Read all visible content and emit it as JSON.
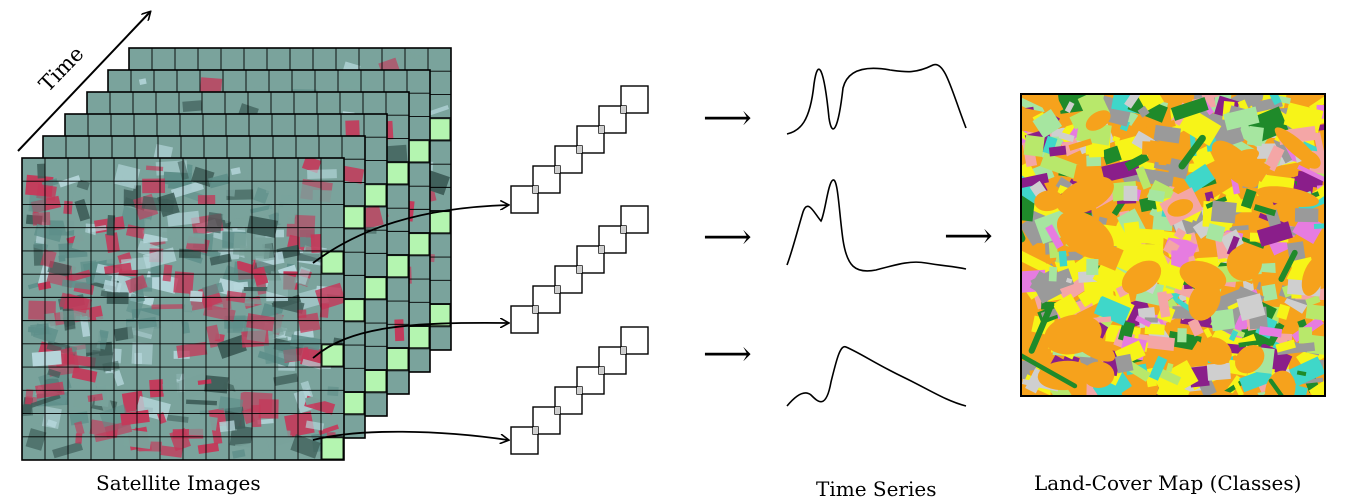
{
  "labels": {
    "time": "Time",
    "satellite_images": "Satellite Images",
    "time_series": "Time Series",
    "land_cover_map": "Land-Cover Map (Classes)"
  },
  "arrows": {
    "glyph": "⟶"
  },
  "colors": {
    "sat_base": "#7aa39c",
    "sat_red": "#c4395a",
    "sat_teal": "#5e8f8a",
    "sat_dark": "#3f5f5a",
    "sat_light": "#b6d7dc",
    "pixel_highlight": "#b4f5b0",
    "lc_orange": "#f6a21c",
    "lc_yellow": "#f7f418",
    "lc_green": "#1f8a2a",
    "lc_purple": "#8a1e8a",
    "lc_pink": "#e67ce0",
    "lc_gray": "#9a9a9a",
    "lc_cyan": "#3fd7c9",
    "lc_lightgray": "#cfcfcf",
    "lc_light_green": "#a6e6a0",
    "lc_salmon": "#f4a6a6",
    "lc_lime": "#b8e86b"
  }
}
